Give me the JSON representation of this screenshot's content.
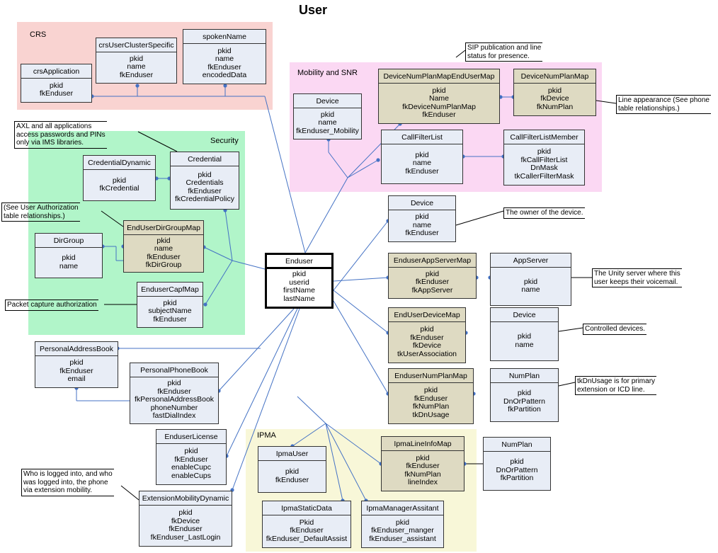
{
  "title": "User",
  "colors": {
    "crs": "#f9d3d1",
    "security": "#b1f5c9",
    "mobility": "#fbd8f3",
    "ipma": "#f8f7d8",
    "entity": "#e8edf6",
    "entity_alt": "#dedac2",
    "line": "#4472c4"
  },
  "regions": {
    "crs": {
      "label": "CRS"
    },
    "security": {
      "label": "Security"
    },
    "mobility": {
      "label": "Mobility and SNR"
    },
    "ipma": {
      "label": "IPMA"
    }
  },
  "entities": {
    "enduser": {
      "name": "Enduser",
      "fields": [
        "pkid",
        "userid",
        "firstName",
        "lastName"
      ]
    },
    "crs_application": {
      "name": "crsApplication",
      "fields": [
        "pkid",
        "fkEnduser"
      ]
    },
    "crs_user_cluster_specific": {
      "name": "crsUserClusterSpecific",
      "fields": [
        "pkid",
        "name",
        "fkEnduser"
      ]
    },
    "spoken_name": {
      "name": "spokenName",
      "fields": [
        "pkid",
        "name",
        "fkEnduser",
        "encodedData"
      ]
    },
    "credential_dynamic": {
      "name": "CredentialDynamic",
      "fields": [
        "pkid",
        "fkCredential"
      ]
    },
    "credential": {
      "name": "Credential",
      "fields": [
        "pkid",
        "Credentials",
        "fkEnduser",
        "fkCredentialPolicy"
      ]
    },
    "dir_group": {
      "name": "DirGroup",
      "fields": [
        "pkid",
        "name"
      ]
    },
    "enduser_dir_group_map": {
      "name": "EndUserDirGroupMap",
      "fields": [
        "pkid",
        "name",
        "fkEnduser",
        "fkDirGroup"
      ]
    },
    "enduser_capf_map": {
      "name": "EnduserCapfMap",
      "fields": [
        "pkid",
        "subjectName",
        "fkEnduser"
      ]
    },
    "mobility_device": {
      "name": "Device",
      "fields": [
        "pkid",
        "name",
        "fkEnduser_Mobility"
      ]
    },
    "device_numplan_map_enduser_map": {
      "name": "DeviceNumPlanMapEndUserMap",
      "fields": [
        "pkid",
        "Name",
        "fkDeviceNumPlanMap",
        "fkEnduser"
      ]
    },
    "device_numplan_map": {
      "name": "DeviceNumPlanMap",
      "fields": [
        "pkid",
        "fkDevice",
        "fkNumPlan"
      ]
    },
    "call_filter_list": {
      "name": "CallFilterList",
      "fields": [
        "pkid",
        "name",
        "fkEnduser"
      ]
    },
    "call_filter_list_member": {
      "name": "CallFilterListMember",
      "fields": [
        "pkid",
        "fkCallFilterList",
        "DnMask",
        "tkCallerFilterMask"
      ]
    },
    "owned_device": {
      "name": "Device",
      "fields": [
        "pkid",
        "name",
        "fkEnduser"
      ]
    },
    "enduser_app_server_map": {
      "name": "EnduserAppServerMap",
      "fields": [
        "pkid",
        "fkEnduser",
        "fkAppServer"
      ]
    },
    "app_server": {
      "name": "AppServer",
      "fields": [
        "pkid",
        "name"
      ]
    },
    "enduser_device_map": {
      "name": "EndUserDeviceMap",
      "fields": [
        "pkid",
        "fkEnduser",
        "fkDevice",
        "tkUserAssociation"
      ]
    },
    "controlled_device": {
      "name": "Device",
      "fields": [
        "pkid",
        "name"
      ]
    },
    "enduser_numplan_map": {
      "name": "EnduserNumPlanMap",
      "fields": [
        "pkid",
        "fkEnduser",
        "fkNumPlan",
        "tkDnUsage"
      ]
    },
    "numplan": {
      "name": "NumPlan",
      "fields": [
        "pkid",
        "DnOrPattern",
        "fkPartition"
      ]
    },
    "personal_address_book": {
      "name": "PersonalAddressBook",
      "fields": [
        "pkid",
        "fkEnduser",
        "email"
      ]
    },
    "personal_phone_book": {
      "name": "PersonalPhoneBook",
      "fields": [
        "pkid",
        "fkEnduser",
        "fkPersonalAddressBook",
        "phoneNumber",
        "fastDialIndex"
      ]
    },
    "enduser_license": {
      "name": "EnduserLicense",
      "fields": [
        "pkid",
        "fkEnduser",
        "enableCupc",
        "enableCups"
      ]
    },
    "extension_mobility_dynamic": {
      "name": "ExtensionMobilityDynamic",
      "fields": [
        "pkid",
        "fkDevice",
        "fkEnduser",
        "fkEnduser_LastLogin"
      ]
    },
    "ipma_user": {
      "name": "IpmaUser",
      "fields": [
        "pkid",
        "fkEnduser"
      ]
    },
    "ipma_line_info_map": {
      "name": "IpmaLineInfoMap",
      "fields": [
        "pkid",
        "fkEnduser",
        "fkNumPlan",
        "lineIndex"
      ]
    },
    "ipma_numplan": {
      "name": "NumPlan",
      "fields": [
        "pkid",
        "DnOrPattern",
        "fkPartition"
      ]
    },
    "ipma_static_data": {
      "name": "IpmaStaticData",
      "fields": [
        "Pkid",
        "fkEnduser",
        "fkEnduser_DefaultAssist"
      ]
    },
    "ipma_manager_assistant": {
      "name": "IpmaManagerAssitant",
      "fields": [
        "pkid",
        "fkEnduser_manger",
        "fkEnduser_assistant"
      ]
    }
  },
  "notes": {
    "sip": [
      "SIP publication and line",
      "status for presence."
    ],
    "line_appearance": [
      "Line appearance (See phone",
      "table relationships.)"
    ],
    "axl": [
      "AXL and all applications",
      "access passwords and PINs",
      "only via IMS libraries."
    ],
    "user_auth": [
      "(See User Authorization",
      "table relationships.)"
    ],
    "packet_capture": [
      "Packet capture authorization"
    ],
    "owner": [
      "The owner of the device."
    ],
    "unity": [
      "The Unity server where this",
      "user keeps their voicemail."
    ],
    "controlled": [
      "Controlled devices."
    ],
    "tkdnusage": [
      "tkDnUsage is for primary",
      "extension or ICD line."
    ],
    "who_logged": [
      "Who is logged into, and who",
      "was logged into, the phone",
      "via extension mobility."
    ]
  }
}
